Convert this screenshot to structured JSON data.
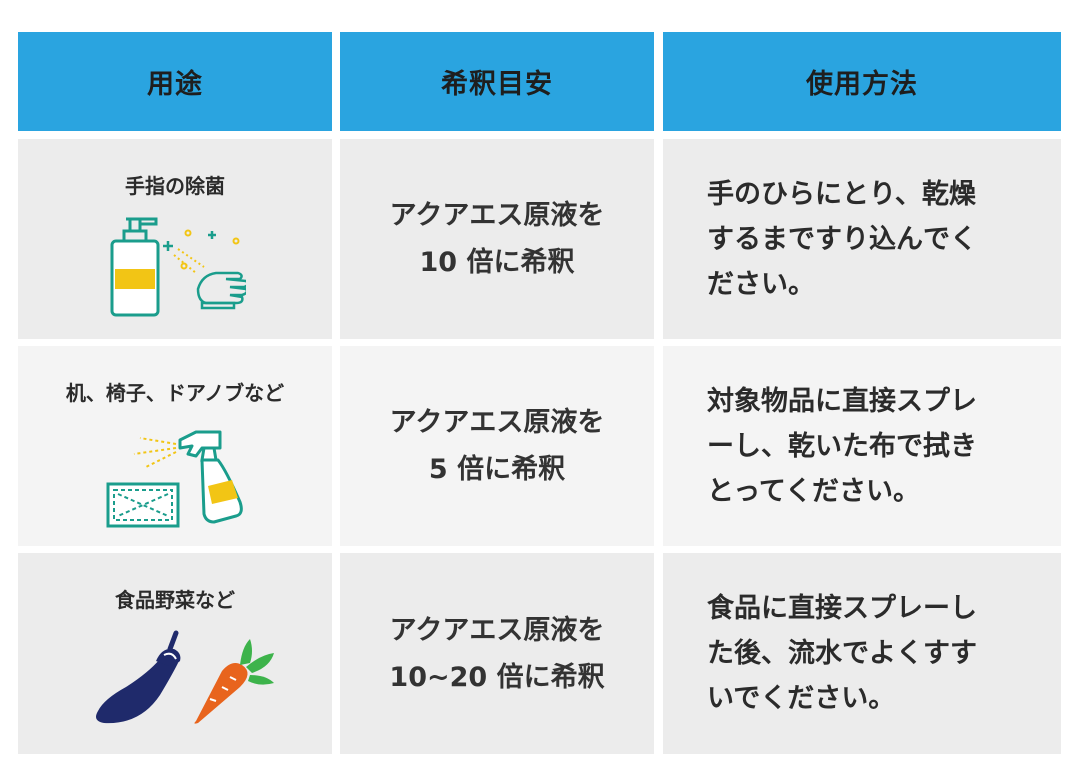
{
  "table": {
    "headers": [
      "用途",
      "希釈目安",
      "使用方法"
    ],
    "rows": [
      {
        "use": "手指の除菌",
        "icon": "hand-sanitizer-icon",
        "dilution": [
          "アクアエス原液を",
          "10 倍に希釈"
        ],
        "method": [
          "手のひらにとり、乾燥",
          "するまですり込んでく",
          "ださい。"
        ]
      },
      {
        "use": "机、椅子、ドアノブなど",
        "icon": "spray-bottle-cloth-icon",
        "dilution": [
          "アクアエス原液を",
          "5 倍に希釈"
        ],
        "method": [
          "対象物品に直接スプレ",
          "ーし、乾いた布で拭き",
          "とってください。"
        ]
      },
      {
        "use": "食品野菜など",
        "icon": "eggplant-carrot-icon",
        "dilution": [
          "アクアエス原液を",
          "10~20 倍に希釈"
        ],
        "method": [
          "食品に直接スプレーし",
          "た後、流水でよくすす",
          "いでください。"
        ]
      }
    ]
  },
  "colors": {
    "header": "#2aa4e0",
    "row_dark": "#ececec",
    "row_light": "#f4f4f4",
    "teal": "#1a9d8c",
    "yellow": "#f2c515",
    "eggplant": "#1f2a6b",
    "carrot": "#e8641d",
    "leaf": "#3db34b"
  }
}
